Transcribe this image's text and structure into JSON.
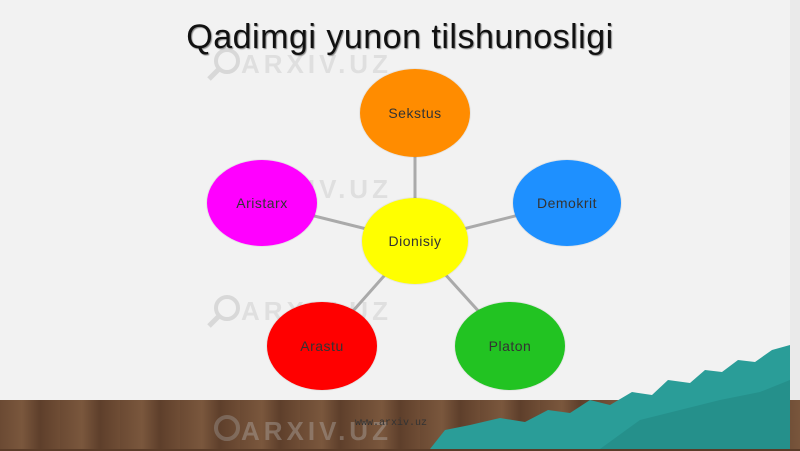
{
  "slide": {
    "title": "Qadimgi yunon  tilshunosligi",
    "footer": "www.arxiv.uz",
    "watermark_text": "ARXIV.UZ"
  },
  "diagram": {
    "center": {
      "id": "center",
      "label": "Dionisiy",
      "color": "#ffff00"
    },
    "nodes": [
      {
        "id": "sexstus",
        "label": "Sekstus",
        "color": "#ff8c00"
      },
      {
        "id": "demokrit",
        "label": "Demokrit",
        "color": "#1e90ff"
      },
      {
        "id": "platon",
        "label": "Platon",
        "color": "#22c322"
      },
      {
        "id": "arastu",
        "label": "Arastu",
        "color": "#ff0000"
      },
      {
        "id": "aristarx",
        "label": "Aristarx",
        "color": "#ff00ff"
      }
    ],
    "edge_color": "#aaaaaa"
  },
  "accent": {
    "teal": "#2a9d98",
    "floor": "#6b4a33"
  }
}
